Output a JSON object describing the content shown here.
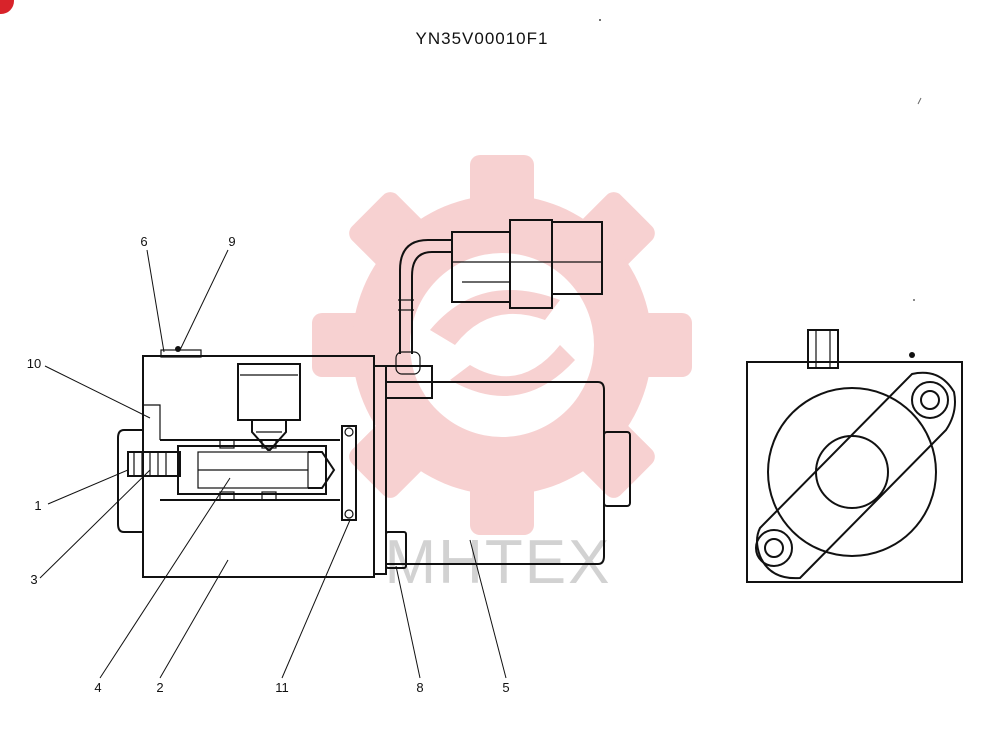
{
  "drawing": {
    "code": "YN35V00010F1",
    "watermark": "MHTEX",
    "colors": {
      "watermark_gear": "#f6c9c9",
      "watermark_text": "#c7c7c7",
      "badge": "#d8232a",
      "line": "#111111"
    }
  },
  "labels": {
    "p1": "1",
    "p2": "2",
    "p3": "3",
    "p4": "4",
    "p5": "5",
    "p6": "6",
    "p8": "8",
    "p9": "9",
    "p10": "10",
    "p11": "11"
  }
}
